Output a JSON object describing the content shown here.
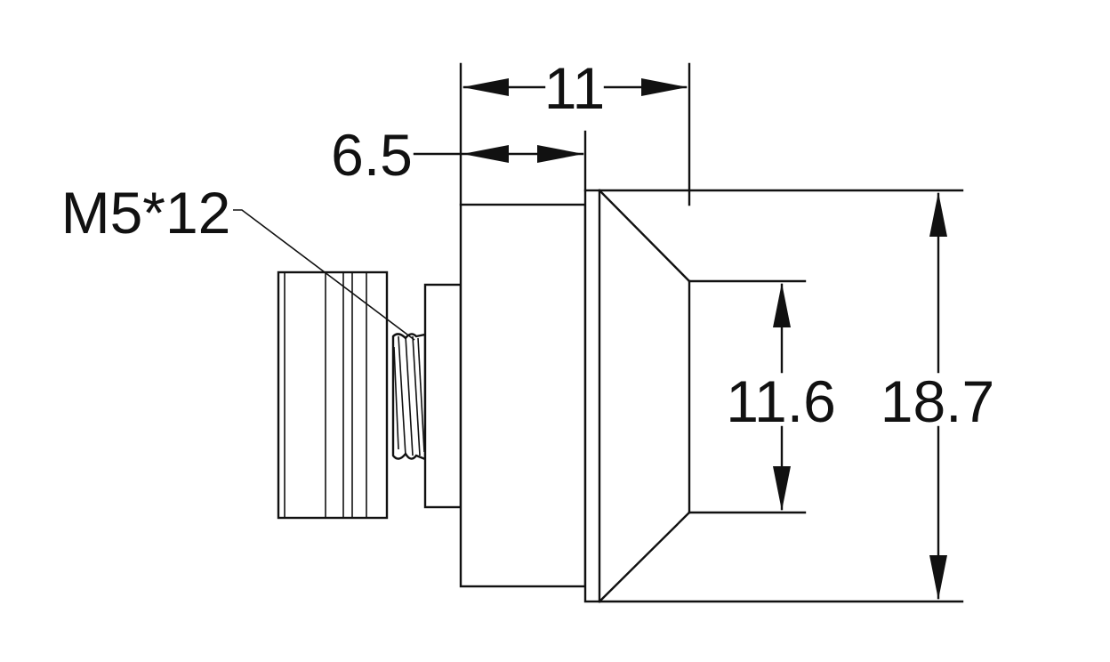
{
  "drawing": {
    "dimensions": {
      "overall_length": {
        "label": "11"
      },
      "flange_length": {
        "label": "6.5"
      },
      "thread_spec": {
        "label": "M5*12"
      },
      "inner_diameter": {
        "label": "11.6"
      },
      "outer_diameter": {
        "label": "18.7"
      }
    },
    "colors": {
      "line": "#111111",
      "background": "#ffffff"
    }
  }
}
